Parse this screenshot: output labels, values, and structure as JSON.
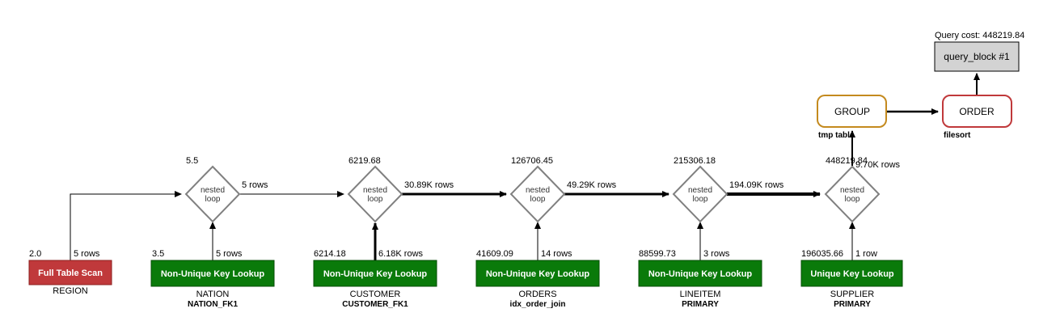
{
  "query_cost": "Query cost: 448219.84",
  "query_block": "query_block #1",
  "group": {
    "label": "GROUP",
    "sub": "tmp table"
  },
  "order": {
    "label": "ORDER",
    "sub": "filesort"
  },
  "colors": {
    "full_scan": "#c0393b",
    "lookup": "#0a7a0a",
    "group_border": "#c48a1e",
    "order_border": "#c0393b",
    "query_block_fill": "#d3d3d3",
    "diamond_border": "#808080"
  },
  "tables": [
    {
      "type": "Full Table Scan",
      "cost": "2.0",
      "rows": "5 rows",
      "table": "REGION",
      "key": ""
    },
    {
      "type": "Non-Unique Key Lookup",
      "cost": "3.5",
      "rows": "5 rows",
      "table": "NATION",
      "key": "NATION_FK1"
    },
    {
      "type": "Non-Unique Key Lookup",
      "cost": "6214.18",
      "rows": "6.18K rows",
      "table": "CUSTOMER",
      "key": "CUSTOMER_FK1"
    },
    {
      "type": "Non-Unique Key Lookup",
      "cost": "41609.09",
      "rows": "14 rows",
      "table": "ORDERS",
      "key": "idx_order_join"
    },
    {
      "type": "Non-Unique Key Lookup",
      "cost": "88599.73",
      "rows": "3 rows",
      "table": "LINEITEM",
      "key": "PRIMARY"
    },
    {
      "type": "Unique Key Lookup",
      "cost": "196035.66",
      "rows": "1 row",
      "table": "SUPPLIER",
      "key": "PRIMARY"
    }
  ],
  "loops": [
    {
      "label_line1": "nested",
      "label_line2": "loop",
      "cost": "5.5",
      "out_rows": "5 rows"
    },
    {
      "label_line1": "nested",
      "label_line2": "loop",
      "cost": "6219.68",
      "out_rows": "30.89K rows"
    },
    {
      "label_line1": "nested",
      "label_line2": "loop",
      "cost": "126706.45",
      "out_rows": "49.29K rows"
    },
    {
      "label_line1": "nested",
      "label_line2": "loop",
      "cost": "215306.18",
      "out_rows": "194.09K rows"
    },
    {
      "label_line1": "nested",
      "label_line2": "loop",
      "cost": "448219.84",
      "out_rows": "9.70K rows"
    }
  ]
}
